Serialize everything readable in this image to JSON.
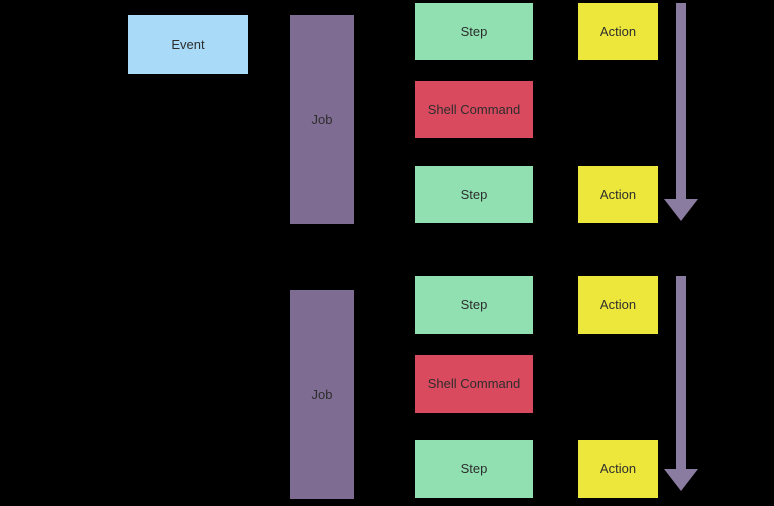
{
  "colors": {
    "background": "#000000",
    "event": "#A9DBF9",
    "job": "#7F6C92",
    "step": "#90E0B2",
    "shell": "#DA4A5F",
    "action": "#EDE73C",
    "arrow": "#8A7BA0",
    "text": "#2D2D2D"
  },
  "diagram": {
    "event_label": "Event",
    "sections": [
      {
        "job_label": "Job",
        "rows": [
          {
            "type": "step",
            "label": "Step",
            "action_label": "Action"
          },
          {
            "type": "shell",
            "label": "Shell Command"
          },
          {
            "type": "step",
            "label": "Step",
            "action_label": "Action"
          }
        ],
        "arrow_icon": "down-arrow"
      },
      {
        "job_label": "Job",
        "rows": [
          {
            "type": "step",
            "label": "Step",
            "action_label": "Action"
          },
          {
            "type": "shell",
            "label": "Shell Command"
          },
          {
            "type": "step",
            "label": "Step",
            "action_label": "Action"
          }
        ],
        "arrow_icon": "down-arrow"
      }
    ]
  }
}
